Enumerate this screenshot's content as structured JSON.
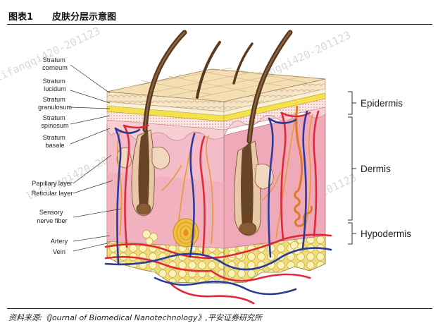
{
  "figure": {
    "number": "图表1",
    "title": "皮肤分层示意图",
    "source": "资料来源:《Journal of Biomedical Nanotechnology》,平安证券研究所"
  },
  "watermark": "lifangqi420-201123",
  "left_labels": [
    {
      "lines": [
        "Stratum",
        "corneum"
      ]
    },
    {
      "lines": [
        "Stratum",
        "lucidum"
      ]
    },
    {
      "lines": [
        "Stratum",
        "granulosum"
      ]
    },
    {
      "lines": [
        "Stratum",
        "spinosum"
      ]
    },
    {
      "lines": [
        "Stratum",
        "basale"
      ]
    },
    {
      "lines": [
        "Papillary layer"
      ]
    },
    {
      "lines": [
        "Reticular layer"
      ]
    },
    {
      "lines": [
        "Sensory",
        "nerve fiber"
      ]
    },
    {
      "lines": [
        "Artery"
      ]
    },
    {
      "lines": [
        "Vein"
      ]
    }
  ],
  "right_labels": [
    {
      "text": "Epidermis"
    },
    {
      "text": "Dermis"
    },
    {
      "text": "Hypodermis"
    }
  ],
  "colors": {
    "artery": "#e0283a",
    "vein": "#2b3b9c",
    "dermis": "#f4bcc8",
    "fat": "#f7ec9c",
    "hair": "#5a3a1f",
    "nerve": "#e89a3a"
  }
}
